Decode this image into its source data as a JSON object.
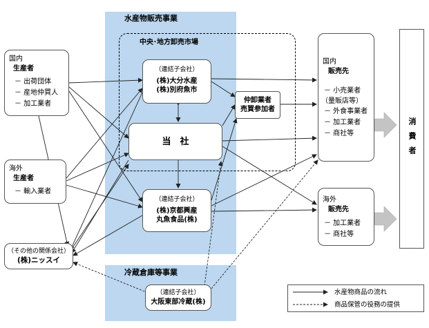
{
  "sections": {
    "suisan_title": "水産物販売事業",
    "market_title": "中央･地方卸売市場",
    "reizo_title": "冷蔵倉庫等事業"
  },
  "domestic_producers": {
    "header": "国内",
    "title": "生産者",
    "items": [
      "－ 出荷団体",
      "－ 産地仲買人",
      "－ 加工業者"
    ]
  },
  "overseas_producers": {
    "header": "海外",
    "title": "生産者",
    "items": [
      "－ 輸入業者"
    ]
  },
  "other_affiliate": {
    "label": "（その他の関係会社）",
    "name": "(株)ニッスイ"
  },
  "sub_oita": {
    "label": "（連結子会社）",
    "line1": "(株)大分水産",
    "line2": "(株)別府魚市"
  },
  "company": {
    "name": "当　社"
  },
  "sub_kyoto": {
    "label": "（連結子会社）",
    "line1": "(株)京都興産",
    "line2": "丸魚食品(株)"
  },
  "sub_reizo": {
    "label": "（連結子会社）",
    "name": "大阪東部冷蔵(株)"
  },
  "wholesale": {
    "line1": "仲卸業者",
    "line2": "売買参加者"
  },
  "domestic_sales": {
    "header": "国内",
    "title": "販売先",
    "items": [
      "－ 小売業者",
      "（量販店等）",
      "－ 外食事業者",
      "－ 加工業者",
      "－ 商社等"
    ]
  },
  "overseas_sales": {
    "header": "海外",
    "title": "販売先",
    "items": [
      "－ 加工業者",
      "－ 商社等"
    ]
  },
  "consumer": {
    "label": "消費者"
  },
  "legend": {
    "flow": "水産物商品の流れ",
    "service": "商品保管の役務の提供"
  }
}
